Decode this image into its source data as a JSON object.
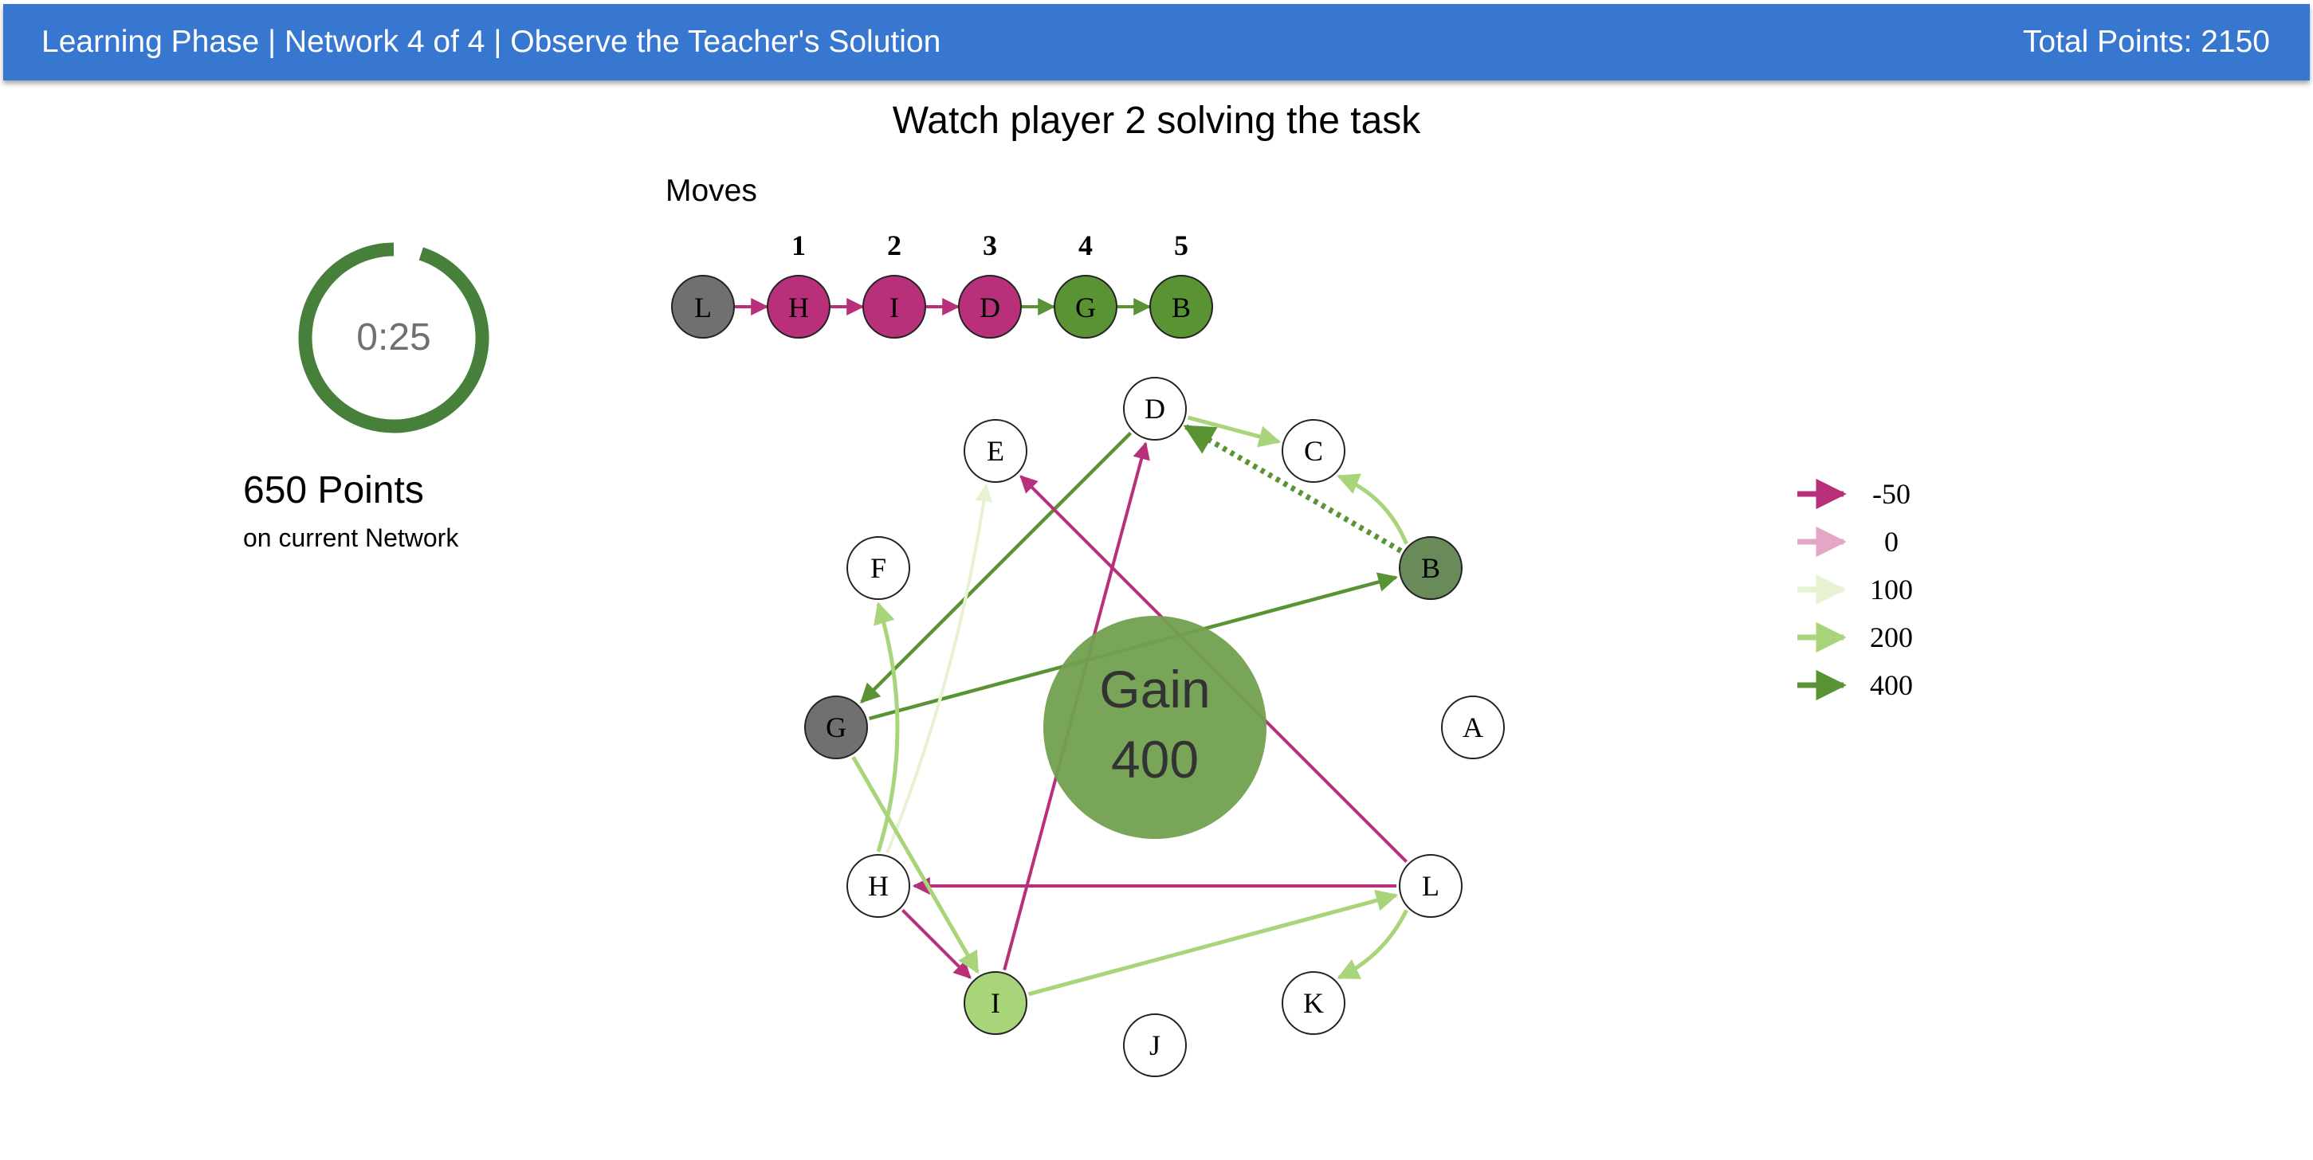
{
  "header": {
    "phase_text": "Learning Phase | Network 4 of 4 | Observe the Teacher's Solution",
    "total_points": "Total Points: 2150",
    "background": "#3777d0"
  },
  "instruction": "Watch player 2 solving the task",
  "timer": {
    "time": "0:25",
    "remaining_fraction": 0.95,
    "color": "#46803b"
  },
  "score": {
    "points": "650 Points",
    "subtitle": "on current Network"
  },
  "moves": {
    "label": "Moves",
    "sequence": [
      {
        "node": "L",
        "number": "",
        "fill": "#707070"
      },
      {
        "node": "H",
        "number": "1",
        "fill": "#b8307a"
      },
      {
        "node": "I",
        "number": "2",
        "fill": "#b8307a"
      },
      {
        "node": "D",
        "number": "3",
        "fill": "#b8307a"
      },
      {
        "node": "G",
        "number": "4",
        "fill": "#5a9334"
      },
      {
        "node": "B",
        "number": "5",
        "fill": "#5a9334"
      }
    ],
    "arrow_colors": [
      "#b8307a",
      "#b8307a",
      "#b8307a",
      "#5a9334",
      "#5a9334"
    ]
  },
  "gain": {
    "label": "Gain",
    "value": "400",
    "color": "#72a04f"
  },
  "legend": [
    {
      "label": "-50",
      "color": "#b8307a"
    },
    {
      "label": "0",
      "color": "#e4a6c7"
    },
    {
      "label": "100",
      "color": "#e6f2d1"
    },
    {
      "label": "200",
      "color": "#a8d47a"
    },
    {
      "label": "400",
      "color": "#5a9334"
    }
  ],
  "network": {
    "nodes": [
      {
        "id": "A",
        "fill": "#ffffff",
        "text": "#000000"
      },
      {
        "id": "B",
        "fill": "#6a8a5a",
        "text": "#000000"
      },
      {
        "id": "C",
        "fill": "#ffffff",
        "text": "#000000"
      },
      {
        "id": "D",
        "fill": "#ffffff",
        "text": "#000000"
      },
      {
        "id": "E",
        "fill": "#ffffff",
        "text": "#000000"
      },
      {
        "id": "F",
        "fill": "#ffffff",
        "text": "#000000"
      },
      {
        "id": "G",
        "fill": "#707070",
        "text": "#000000"
      },
      {
        "id": "H",
        "fill": "#ffffff",
        "text": "#000000"
      },
      {
        "id": "I",
        "fill": "#a8d47a",
        "text": "#000000"
      },
      {
        "id": "J",
        "fill": "#ffffff",
        "text": "#000000"
      },
      {
        "id": "K",
        "fill": "#ffffff",
        "text": "#000000"
      },
      {
        "id": "L",
        "fill": "#ffffff",
        "text": "#000000"
      }
    ],
    "edges": [
      {
        "from": "D",
        "to": "C",
        "reward": "200"
      },
      {
        "from": "B",
        "to": "C",
        "reward": "200"
      },
      {
        "from": "B",
        "to": "D",
        "reward": "400",
        "style": "dotted"
      },
      {
        "from": "D",
        "to": "G",
        "reward": "400"
      },
      {
        "from": "G",
        "to": "B",
        "reward": "400"
      },
      {
        "from": "L",
        "to": "E",
        "reward": "-50"
      },
      {
        "from": "I",
        "to": "D",
        "reward": "-50"
      },
      {
        "from": "L",
        "to": "H",
        "reward": "-50"
      },
      {
        "from": "H",
        "to": "I",
        "reward": "-50"
      },
      {
        "from": "H",
        "to": "E",
        "reward": "100"
      },
      {
        "from": "H",
        "to": "F",
        "reward": "200"
      },
      {
        "from": "G",
        "to": "I",
        "reward": "200"
      },
      {
        "from": "I",
        "to": "L",
        "reward": "200"
      },
      {
        "from": "L",
        "to": "K",
        "reward": "200"
      }
    ]
  }
}
